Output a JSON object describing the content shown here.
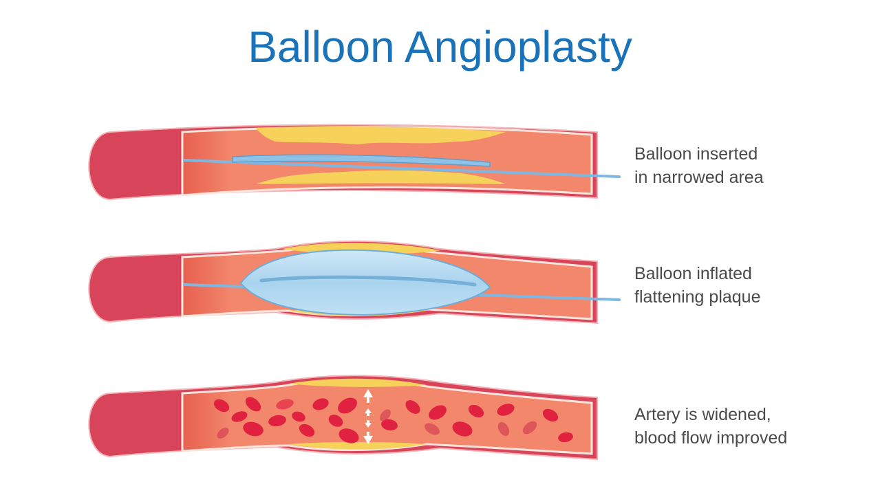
{
  "title": "Balloon Angioplasty",
  "steps": [
    {
      "line1": "Balloon inserted",
      "line2": "in narrowed area"
    },
    {
      "line1": "Balloon inflated",
      "line2": "flattening plaque"
    },
    {
      "line1": "Artery is widened,",
      "line2": "blood flow improved"
    }
  ],
  "colors": {
    "title": "#1a73b8",
    "artery_wall": "#d8455a",
    "artery_lumen": "#f2876c",
    "plaque": "#f7d25a",
    "balloon": "#a9d4ee",
    "catheter": "#8ec1e6",
    "red_blood_cell": "#e0213f",
    "caption_text": "#4a4a4a"
  }
}
